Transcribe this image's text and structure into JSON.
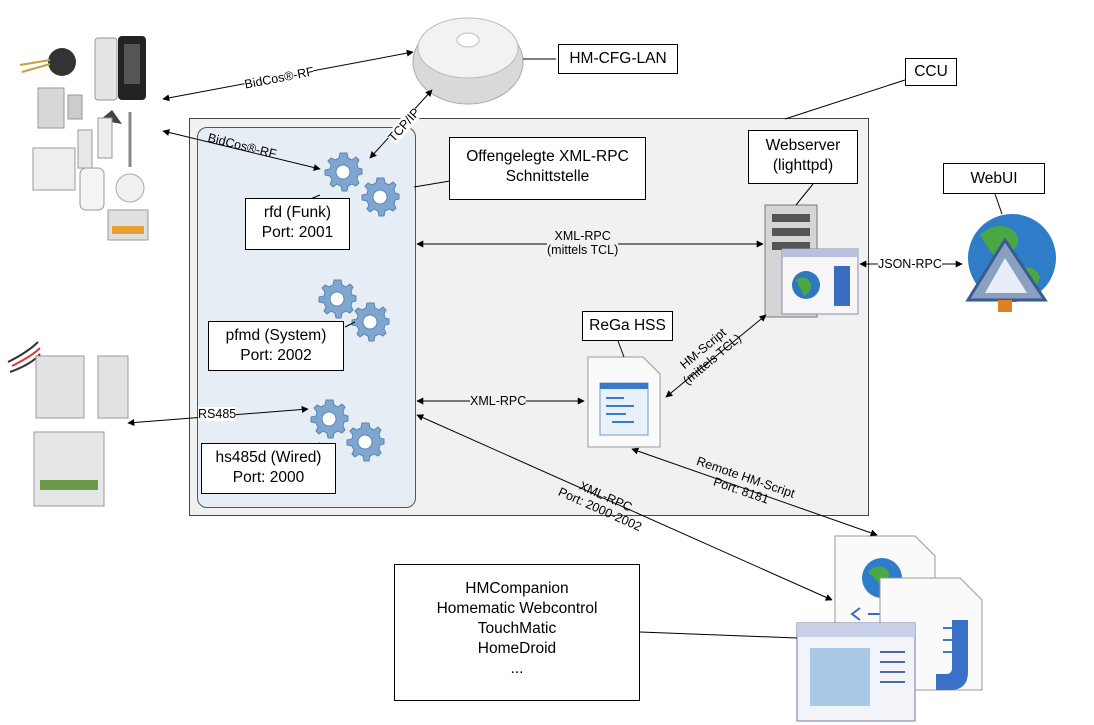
{
  "nodes": {
    "hm_cfg_lan": "HM-CFG-LAN",
    "ccu": "CCU",
    "xmlrpc_interface": [
      "Offengelegte XML-RPC",
      "Schnittstelle"
    ],
    "webserver": [
      "Webserver",
      "(lighttpd)"
    ],
    "webui": "WebUI",
    "rfd": [
      "rfd (Funk)",
      "Port: 2001"
    ],
    "pfmd": [
      "pfmd (System)",
      "Port: 2002"
    ],
    "hs485d": [
      "hs485d (Wired)",
      "Port: 2000"
    ],
    "rega": "ReGa HSS",
    "clients": [
      "HMCompanion",
      "Homematic Webcontrol",
      "TouchMatic",
      "HomeDroid",
      "..."
    ]
  },
  "edges": {
    "bidcos_top": "BidCos®-RF",
    "bidcos_rfd": "BidCos®-RF",
    "tcpip": "TCP/IP",
    "xmlrpc_tcl": [
      "XML-RPC",
      "(mittels TCL)"
    ],
    "jsonrpc": "JSON-RPC",
    "hmscript": [
      "HM-Script",
      "(mittels TCL)"
    ],
    "xmlrpc_rega": "XML-RPC",
    "rs485": "RS485",
    "xmlrpc_ports": [
      "XML-RPC",
      "Port: 2000-2002"
    ],
    "remote_hmscript": [
      "Remote HM-Script",
      "Port: 8181"
    ]
  },
  "icons": [
    "rf-devices-photo",
    "wired-devices-photo",
    "lan-adapter-photo",
    "gear-icon",
    "server-icon",
    "globe-icon",
    "document-icon",
    "javascript-file-icon"
  ],
  "colors": {
    "gear": "#7ea6cf",
    "daemon_bg": "#e7edf5",
    "ccu_bg": "#f1f1f1"
  }
}
